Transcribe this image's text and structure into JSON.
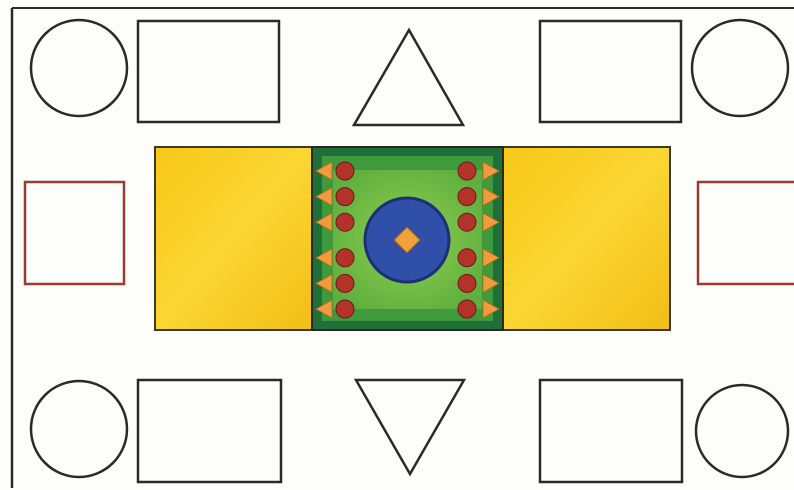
{
  "colors": {
    "background": "#fdfdfb",
    "outline": "#2a2a2a",
    "red_outline": "#9c3b30",
    "mat_yellow": "#f4c21c",
    "mat_yellow_light": "#fbd52e",
    "mat_border": "#3a3a2a",
    "panel_dark_green": "#1e6f3a",
    "panel_mid_green": "#3f9a3c",
    "panel_light_green": "#7cc44a",
    "center_blue": "#2f4fa8",
    "center_blue_edge": "#1e2f78",
    "center_diamond": "#f0a23a",
    "fringe_orange": "#f19a3e",
    "fringe_red": "#b3322a"
  },
  "shapes": {
    "top_row": [
      "circle",
      "rectangle",
      "triangle-up",
      "rectangle",
      "circle"
    ],
    "middle_row": [
      "red-square",
      "rug",
      "red-square"
    ],
    "bottom_row": [
      "circle",
      "rectangle",
      "triangle-down",
      "rectangle",
      "circle"
    ]
  },
  "rug": {
    "sections": [
      "yellow-mat",
      "green-panel",
      "yellow-mat"
    ],
    "center_motif": [
      "blue-circle",
      "orange-diamond"
    ],
    "fringe_rows_per_side": 6
  }
}
